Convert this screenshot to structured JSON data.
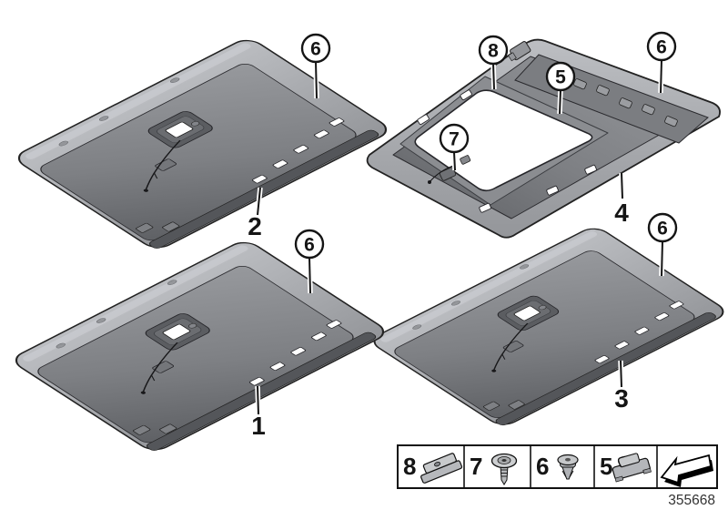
{
  "panel_labels": {
    "panel1": "1",
    "panel2": "2",
    "panel3": "3",
    "panel4": "4"
  },
  "callouts": {
    "panel1_item6": "6",
    "panel2_item6": "6",
    "panel3_item6": "6",
    "panel4_item6": "6",
    "panel4_item5": "5",
    "panel4_item7": "7",
    "panel4_item8": "8"
  },
  "legend": {
    "items": [
      {
        "label": "8",
        "icon": "rail-clip-icon"
      },
      {
        "label": "7",
        "icon": "screw-with-washer-icon"
      },
      {
        "label": "6",
        "icon": "expanding-rivet-icon"
      },
      {
        "label": "5",
        "icon": "spring-clip-icon"
      },
      {
        "label": "",
        "icon": "direction-of-travel-arrow-icon"
      }
    ]
  },
  "footer": {
    "drawing_number": "355668"
  },
  "colors": {
    "background": "#ffffff",
    "panel_flange_light": "#b2b4b8",
    "panel_face_mid": "#85878b",
    "panel_face_dark": "#5e6064",
    "opening_fill": "#ffffff",
    "line": "#151515"
  }
}
